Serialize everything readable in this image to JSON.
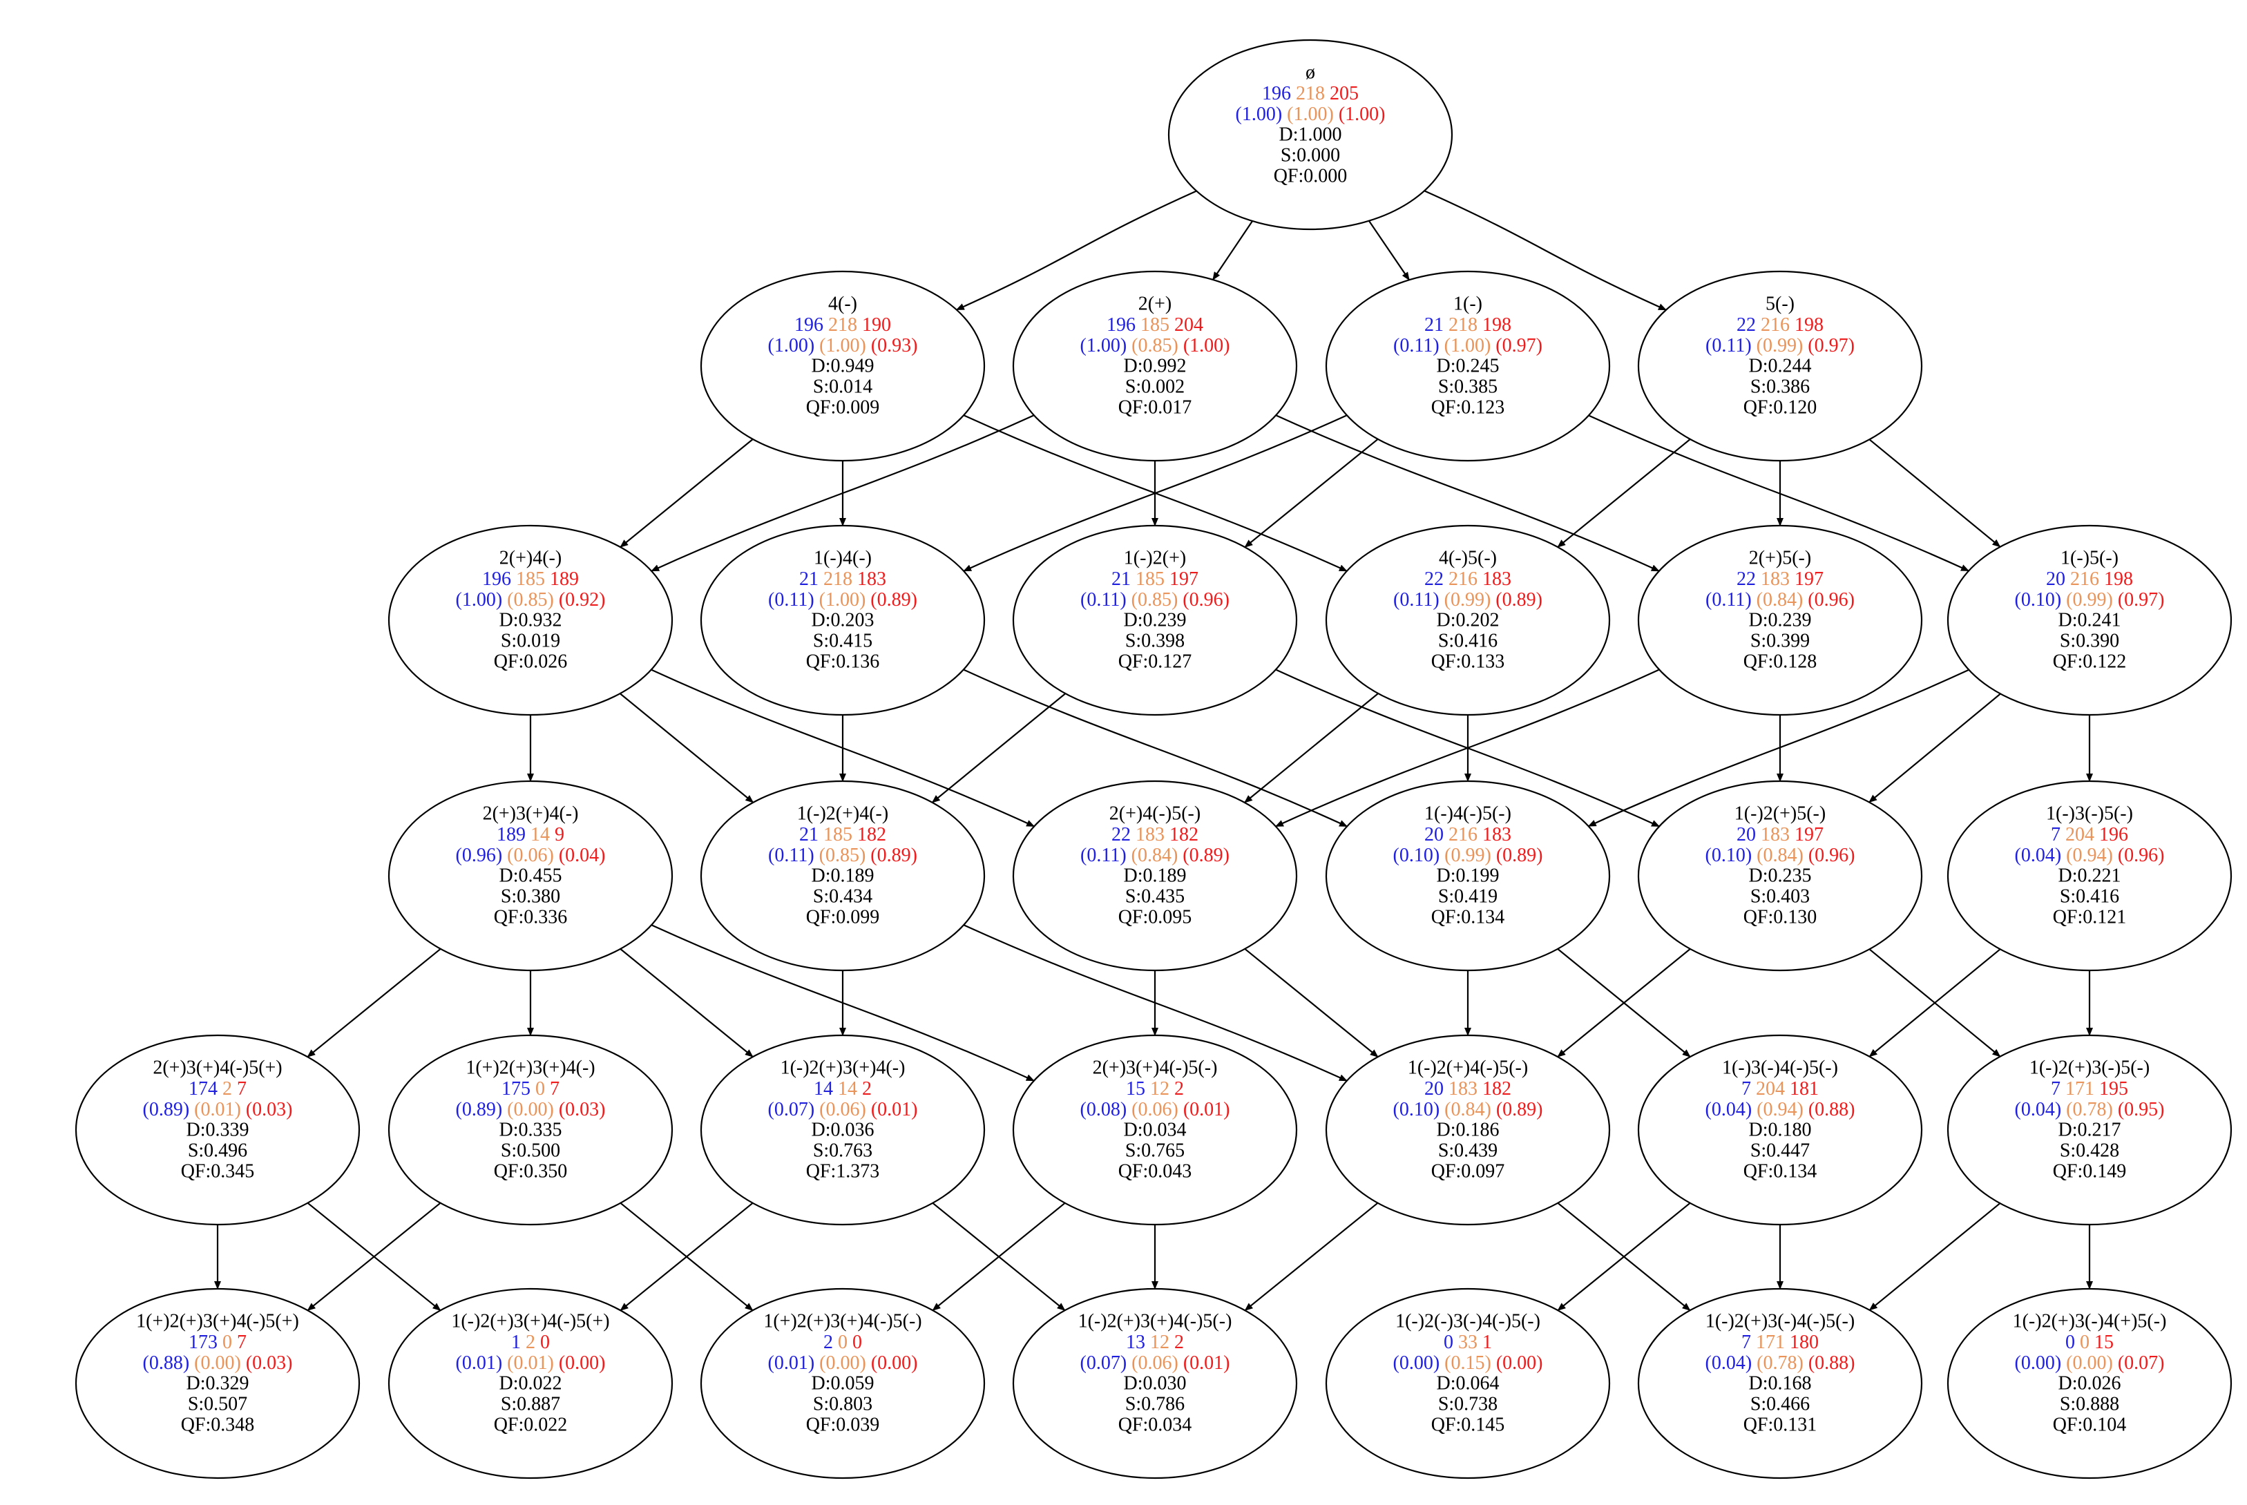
{
  "colors": {
    "blue": "#1f1fe0",
    "orange": "#e8945a",
    "red": "#ee1c1c",
    "text": "#000000",
    "edge": "#000000"
  },
  "nodes": [
    {
      "id": "n0",
      "label": "ø",
      "c": [
        "196",
        "218",
        "205"
      ],
      "p": [
        "(1.00)",
        "(1.00)",
        "(1.00)"
      ],
      "d": "D:1.000",
      "s": "S:0.000",
      "qf": "QF:0.000"
    },
    {
      "id": "n1",
      "label": "4(-)",
      "c": [
        "196",
        "218",
        "190"
      ],
      "p": [
        "(1.00)",
        "(1.00)",
        "(0.93)"
      ],
      "d": "D:0.949",
      "s": "S:0.014",
      "qf": "QF:0.009"
    },
    {
      "id": "n2",
      "label": "2(+)",
      "c": [
        "196",
        "185",
        "204"
      ],
      "p": [
        "(1.00)",
        "(0.85)",
        "(1.00)"
      ],
      "d": "D:0.992",
      "s": "S:0.002",
      "qf": "QF:0.017"
    },
    {
      "id": "n3",
      "label": "1(-)",
      "c": [
        "21",
        "218",
        "198"
      ],
      "p": [
        "(0.11)",
        "(1.00)",
        "(0.97)"
      ],
      "d": "D:0.245",
      "s": "S:0.385",
      "qf": "QF:0.123"
    },
    {
      "id": "n4",
      "label": "5(-)",
      "c": [
        "22",
        "216",
        "198"
      ],
      "p": [
        "(0.11)",
        "(0.99)",
        "(0.97)"
      ],
      "d": "D:0.244",
      "s": "S:0.386",
      "qf": "QF:0.120"
    },
    {
      "id": "n5",
      "label": "2(+)4(-)",
      "c": [
        "196",
        "185",
        "189"
      ],
      "p": [
        "(1.00)",
        "(0.85)",
        "(0.92)"
      ],
      "d": "D:0.932",
      "s": "S:0.019",
      "qf": "QF:0.026"
    },
    {
      "id": "n6",
      "label": "1(-)4(-)",
      "c": [
        "21",
        "218",
        "183"
      ],
      "p": [
        "(0.11)",
        "(1.00)",
        "(0.89)"
      ],
      "d": "D:0.203",
      "s": "S:0.415",
      "qf": "QF:0.136"
    },
    {
      "id": "n7",
      "label": "1(-)2(+)",
      "c": [
        "21",
        "185",
        "197"
      ],
      "p": [
        "(0.11)",
        "(0.85)",
        "(0.96)"
      ],
      "d": "D:0.239",
      "s": "S:0.398",
      "qf": "QF:0.127"
    },
    {
      "id": "n8",
      "label": "4(-)5(-)",
      "c": [
        "22",
        "216",
        "183"
      ],
      "p": [
        "(0.11)",
        "(0.99)",
        "(0.89)"
      ],
      "d": "D:0.202",
      "s": "S:0.416",
      "qf": "QF:0.133"
    },
    {
      "id": "n9",
      "label": "2(+)5(-)",
      "c": [
        "22",
        "183",
        "197"
      ],
      "p": [
        "(0.11)",
        "(0.84)",
        "(0.96)"
      ],
      "d": "D:0.239",
      "s": "S:0.399",
      "qf": "QF:0.128"
    },
    {
      "id": "n10",
      "label": "1(-)5(-)",
      "c": [
        "20",
        "216",
        "198"
      ],
      "p": [
        "(0.10)",
        "(0.99)",
        "(0.97)"
      ],
      "d": "D:0.241",
      "s": "S:0.390",
      "qf": "QF:0.122"
    },
    {
      "id": "n11",
      "label": "2(+)3(+)4(-)",
      "c": [
        "189",
        "14",
        "9"
      ],
      "p": [
        "(0.96)",
        "(0.06)",
        "(0.04)"
      ],
      "d": "D:0.455",
      "s": "S:0.380",
      "qf": "QF:0.336"
    },
    {
      "id": "n12",
      "label": "1(-)2(+)4(-)",
      "c": [
        "21",
        "185",
        "182"
      ],
      "p": [
        "(0.11)",
        "(0.85)",
        "(0.89)"
      ],
      "d": "D:0.189",
      "s": "S:0.434",
      "qf": "QF:0.099"
    },
    {
      "id": "n13",
      "label": "2(+)4(-)5(-)",
      "c": [
        "22",
        "183",
        "182"
      ],
      "p": [
        "(0.11)",
        "(0.84)",
        "(0.89)"
      ],
      "d": "D:0.189",
      "s": "S:0.435",
      "qf": "QF:0.095"
    },
    {
      "id": "n14",
      "label": "1(-)4(-)5(-)",
      "c": [
        "20",
        "216",
        "183"
      ],
      "p": [
        "(0.10)",
        "(0.99)",
        "(0.89)"
      ],
      "d": "D:0.199",
      "s": "S:0.419",
      "qf": "QF:0.134"
    },
    {
      "id": "n15",
      "label": "1(-)2(+)5(-)",
      "c": [
        "20",
        "183",
        "197"
      ],
      "p": [
        "(0.10)",
        "(0.84)",
        "(0.96)"
      ],
      "d": "D:0.235",
      "s": "S:0.403",
      "qf": "QF:0.130"
    },
    {
      "id": "n16",
      "label": "1(-)3(-)5(-)",
      "c": [
        "7",
        "204",
        "196"
      ],
      "p": [
        "(0.04)",
        "(0.94)",
        "(0.96)"
      ],
      "d": "D:0.221",
      "s": "S:0.416",
      "qf": "QF:0.121"
    },
    {
      "id": "n17",
      "label": "2(+)3(+)4(-)5(+)",
      "c": [
        "174",
        "2",
        "7"
      ],
      "p": [
        "(0.89)",
        "(0.01)",
        "(0.03)"
      ],
      "d": "D:0.339",
      "s": "S:0.496",
      "qf": "QF:0.345"
    },
    {
      "id": "n18",
      "label": "1(+)2(+)3(+)4(-)",
      "c": [
        "175",
        "0",
        "7"
      ],
      "p": [
        "(0.89)",
        "(0.00)",
        "(0.03)"
      ],
      "d": "D:0.335",
      "s": "S:0.500",
      "qf": "QF:0.350"
    },
    {
      "id": "n19",
      "label": "1(-)2(+)3(+)4(-)",
      "c": [
        "14",
        "14",
        "2"
      ],
      "p": [
        "(0.07)",
        "(0.06)",
        "(0.01)"
      ],
      "d": "D:0.036",
      "s": "S:0.763",
      "qf": "QF:1.373"
    },
    {
      "id": "n20",
      "label": "2(+)3(+)4(-)5(-)",
      "c": [
        "15",
        "12",
        "2"
      ],
      "p": [
        "(0.08)",
        "(0.06)",
        "(0.01)"
      ],
      "d": "D:0.034",
      "s": "S:0.765",
      "qf": "QF:0.043"
    },
    {
      "id": "n21",
      "label": "1(-)2(+)4(-)5(-)",
      "c": [
        "20",
        "183",
        "182"
      ],
      "p": [
        "(0.10)",
        "(0.84)",
        "(0.89)"
      ],
      "d": "D:0.186",
      "s": "S:0.439",
      "qf": "QF:0.097"
    },
    {
      "id": "n22",
      "label": "1(-)3(-)4(-)5(-)",
      "c": [
        "7",
        "204",
        "181"
      ],
      "p": [
        "(0.04)",
        "(0.94)",
        "(0.88)"
      ],
      "d": "D:0.180",
      "s": "S:0.447",
      "qf": "QF:0.134"
    },
    {
      "id": "n23",
      "label": "1(-)2(+)3(-)5(-)",
      "c": [
        "7",
        "171",
        "195"
      ],
      "p": [
        "(0.04)",
        "(0.78)",
        "(0.95)"
      ],
      "d": "D:0.217",
      "s": "S:0.428",
      "qf": "QF:0.149"
    },
    {
      "id": "n24",
      "label": "1(+)2(+)3(+)4(-)5(+)",
      "c": [
        "173",
        "0",
        "7"
      ],
      "p": [
        "(0.88)",
        "(0.00)",
        "(0.03)"
      ],
      "d": "D:0.329",
      "s": "S:0.507",
      "qf": "QF:0.348"
    },
    {
      "id": "n25",
      "label": "1(-)2(+)3(+)4(-)5(+)",
      "c": [
        "1",
        "2",
        "0"
      ],
      "p": [
        "(0.01)",
        "(0.01)",
        "(0.00)"
      ],
      "d": "D:0.022",
      "s": "S:0.887",
      "qf": "QF:0.022"
    },
    {
      "id": "n26",
      "label": "1(+)2(+)3(+)4(-)5(-)",
      "c": [
        "2",
        "0",
        "0"
      ],
      "p": [
        "(0.01)",
        "(0.00)",
        "(0.00)"
      ],
      "d": "D:0.059",
      "s": "S:0.803",
      "qf": "QF:0.039"
    },
    {
      "id": "n27",
      "label": "1(-)2(+)3(+)4(-)5(-)",
      "c": [
        "13",
        "12",
        "2"
      ],
      "p": [
        "(0.07)",
        "(0.06)",
        "(0.01)"
      ],
      "d": "D:0.030",
      "s": "S:0.786",
      "qf": "QF:0.034"
    },
    {
      "id": "n28",
      "label": "1(-)2(-)3(-)4(-)5(-)",
      "c": [
        "0",
        "33",
        "1"
      ],
      "p": [
        "(0.00)",
        "(0.15)",
        "(0.00)"
      ],
      "d": "D:0.064",
      "s": "S:0.738",
      "qf": "QF:0.145"
    },
    {
      "id": "n29",
      "label": "1(-)2(+)3(-)4(-)5(-)",
      "c": [
        "7",
        "171",
        "180"
      ],
      "p": [
        "(0.04)",
        "(0.78)",
        "(0.88)"
      ],
      "d": "D:0.168",
      "s": "S:0.466",
      "qf": "QF:0.131"
    },
    {
      "id": "n30",
      "label": "1(-)2(+)3(-)4(+)5(-)",
      "c": [
        "0",
        "0",
        "15"
      ],
      "p": [
        "(0.00)",
        "(0.00)",
        "(0.07)"
      ],
      "d": "D:0.026",
      "s": "S:0.888",
      "qf": "QF:0.104"
    }
  ],
  "edges": [
    [
      "n0",
      "n1"
    ],
    [
      "n0",
      "n2"
    ],
    [
      "n0",
      "n3"
    ],
    [
      "n0",
      "n4"
    ],
    [
      "n1",
      "n5"
    ],
    [
      "n1",
      "n6"
    ],
    [
      "n1",
      "n8"
    ],
    [
      "n2",
      "n5"
    ],
    [
      "n2",
      "n7"
    ],
    [
      "n2",
      "n9"
    ],
    [
      "n3",
      "n6"
    ],
    [
      "n3",
      "n7"
    ],
    [
      "n3",
      "n10"
    ],
    [
      "n4",
      "n8"
    ],
    [
      "n4",
      "n9"
    ],
    [
      "n4",
      "n10"
    ],
    [
      "n5",
      "n11"
    ],
    [
      "n5",
      "n12"
    ],
    [
      "n5",
      "n13"
    ],
    [
      "n6",
      "n12"
    ],
    [
      "n6",
      "n14"
    ],
    [
      "n7",
      "n12"
    ],
    [
      "n7",
      "n15"
    ],
    [
      "n8",
      "n13"
    ],
    [
      "n8",
      "n14"
    ],
    [
      "n9",
      "n13"
    ],
    [
      "n9",
      "n15"
    ],
    [
      "n10",
      "n14"
    ],
    [
      "n10",
      "n15"
    ],
    [
      "n10",
      "n16"
    ],
    [
      "n11",
      "n17"
    ],
    [
      "n11",
      "n18"
    ],
    [
      "n11",
      "n19"
    ],
    [
      "n11",
      "n20"
    ],
    [
      "n12",
      "n19"
    ],
    [
      "n12",
      "n21"
    ],
    [
      "n13",
      "n20"
    ],
    [
      "n13",
      "n21"
    ],
    [
      "n14",
      "n21"
    ],
    [
      "n14",
      "n22"
    ],
    [
      "n15",
      "n21"
    ],
    [
      "n15",
      "n23"
    ],
    [
      "n16",
      "n22"
    ],
    [
      "n16",
      "n23"
    ],
    [
      "n17",
      "n24"
    ],
    [
      "n17",
      "n25"
    ],
    [
      "n18",
      "n24"
    ],
    [
      "n18",
      "n26"
    ],
    [
      "n19",
      "n25"
    ],
    [
      "n19",
      "n27"
    ],
    [
      "n20",
      "n26"
    ],
    [
      "n20",
      "n27"
    ],
    [
      "n21",
      "n27"
    ],
    [
      "n21",
      "n29"
    ],
    [
      "n22",
      "n28"
    ],
    [
      "n22",
      "n29"
    ],
    [
      "n23",
      "n29"
    ],
    [
      "n23",
      "n30"
    ]
  ]
}
